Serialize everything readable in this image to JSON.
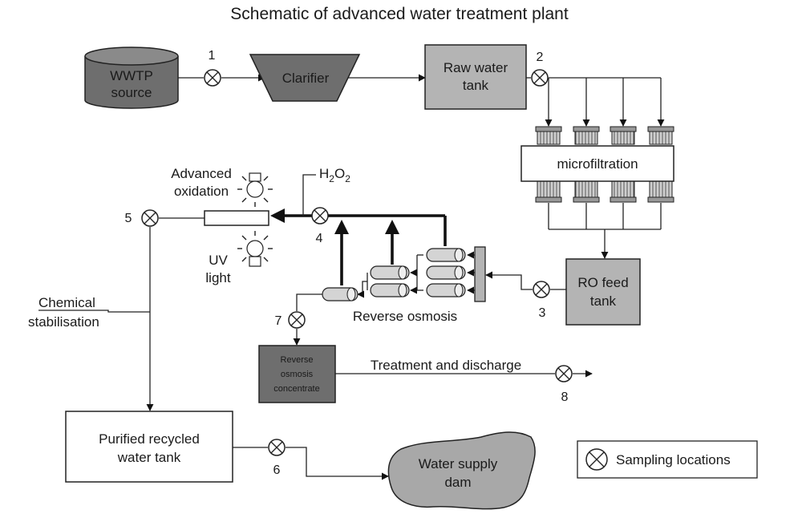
{
  "title": "Schematic of advanced water treatment plant",
  "nodes": {
    "wwtp": {
      "line1": "WWTP",
      "line2": "source"
    },
    "clarifier": "Clarifier",
    "raw_tank": {
      "line1": "Raw water",
      "line2": "tank"
    },
    "microfiltration": "microfiltration",
    "ro_feed": {
      "line1": "RO feed",
      "line2": "tank"
    },
    "reverse_osmosis": "Reverse osmosis",
    "ro_concentrate": {
      "line1": "Reverse",
      "line2": "osmosis",
      "line3": "concentrate"
    },
    "treatment": "Treatment and discharge",
    "advanced_oxidation": {
      "line1": "Advanced",
      "line2": "oxidation"
    },
    "h2o2": {
      "h": "H",
      "sub1": "2",
      "o": "O",
      "sub2": "2"
    },
    "uv": {
      "line1": "UV",
      "line2": "light"
    },
    "chemical": {
      "line1": "Chemical",
      "line2": "stabilisation"
    },
    "purified": {
      "line1": "Purified recycled",
      "line2": "water tank"
    },
    "dam": {
      "line1": "Water supply",
      "line2": "dam"
    }
  },
  "sampling_points": [
    "1",
    "2",
    "3",
    "4",
    "5",
    "6",
    "7",
    "8"
  ],
  "legend": {
    "label": "Sampling locations"
  },
  "colors": {
    "dark_box": "#6e6e6e",
    "medium_box": "#b4b4b4",
    "dam_fill": "#a8a8a8",
    "line": "#222222"
  }
}
